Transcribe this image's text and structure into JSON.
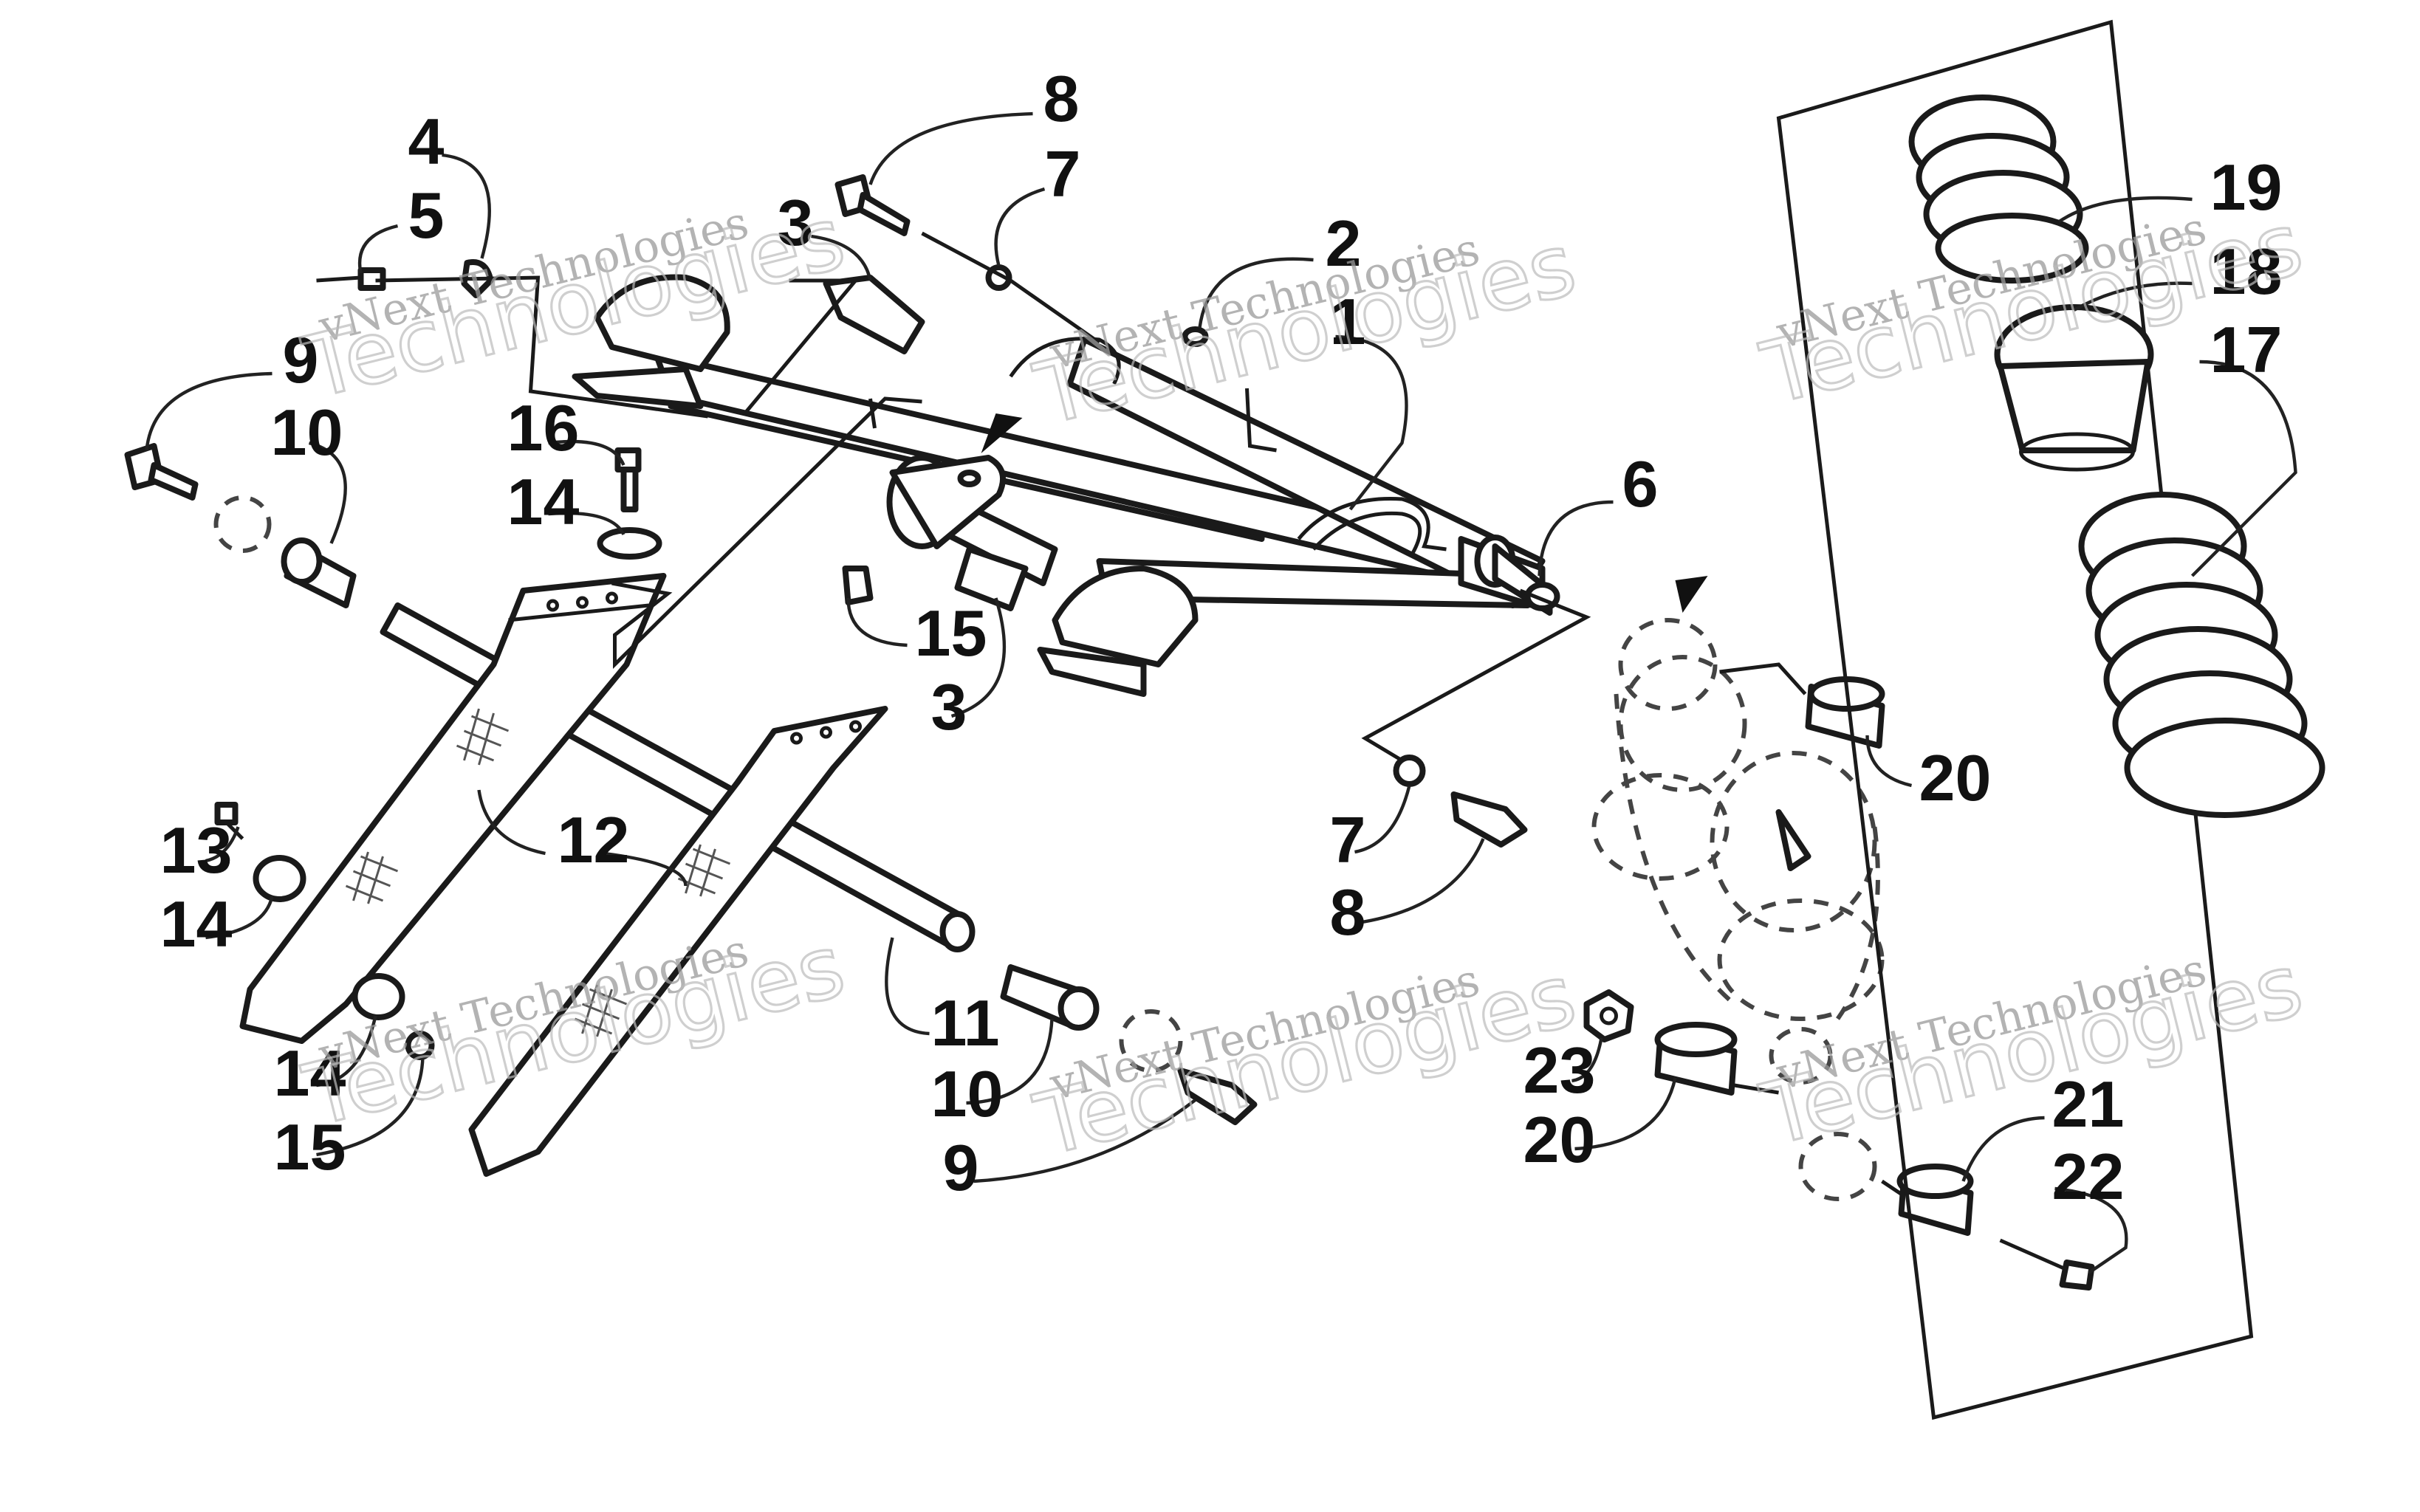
{
  "watermark": {
    "line1": "vNext Technologies",
    "line2": "Technologies",
    "line3": "vNext"
  },
  "callouts": {
    "c1": "1",
    "c2": "2",
    "c3a": "3",
    "c3b": "3",
    "c4": "4",
    "c5": "5",
    "c6": "6",
    "c7a": "7",
    "c7b": "7",
    "c8a": "8",
    "c8b": "8",
    "c9a": "9",
    "c9b": "9",
    "c10a": "10",
    "c10b": "10",
    "c11": "11",
    "c12": "12",
    "c13": "13",
    "c14a": "14",
    "c14b": "14",
    "c14c": "14",
    "c15a": "15",
    "c15b": "15",
    "c16": "16",
    "c17": "17",
    "c18": "18",
    "c19": "19",
    "c20a": "20",
    "c20b": "20",
    "c21": "21",
    "c22": "22",
    "c23": "23"
  },
  "colors": {
    "line": "#1a1a1a",
    "background": "#ffffff",
    "watermark": "#9a9a9a"
  }
}
